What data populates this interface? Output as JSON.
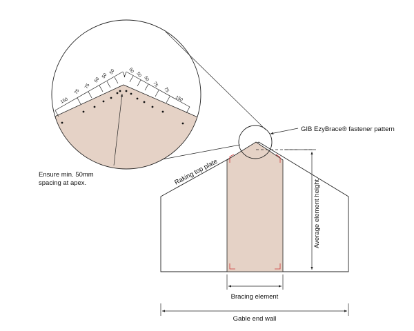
{
  "labels": {
    "fastener_pattern": "GIB EzyBrace® fastener pattern",
    "raking_top_plate": "Raking top plate",
    "ensure_line1": "Ensure min. 50mm",
    "ensure_line2": "spacing at apex.",
    "average_height": "Average element height",
    "bracing_element": "Bracing element",
    "gable_end_wall": "Gable end wall"
  },
  "left_dims": [
    "150",
    "75",
    "75",
    "50",
    "50",
    "50"
  ],
  "right_dims": [
    "50",
    "50",
    "50",
    "75",
    "75",
    "150"
  ],
  "colors": {
    "panel_fill": "#e5d2c6",
    "line": "#222222",
    "corner_mark": "#cc3333"
  }
}
